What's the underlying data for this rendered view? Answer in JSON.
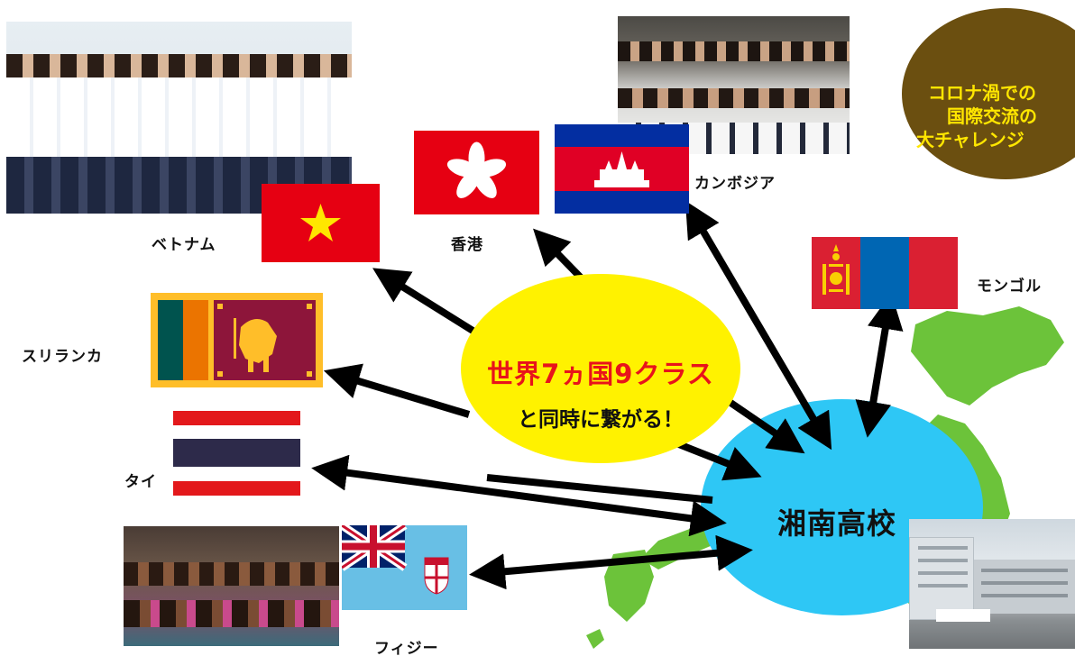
{
  "badge": {
    "line1": "コロナ渦での",
    "line2": "国際交流の",
    "line3": "大チャレンジ",
    "color": "#6b4f10"
  },
  "center": {
    "line1": "世界7ヵ国9クラス",
    "line2": "と同時に繋がる！",
    "line1_color": "#e8131b",
    "fill": "#fff200"
  },
  "school": {
    "label": "湘南高校",
    "fill": "#2ec7f5"
  },
  "countries": {
    "vietnam": "ベトナム",
    "hongkong": "香港",
    "cambodia": "カンボジア",
    "mongolia": "モンゴル",
    "srilanka": "スリランカ",
    "thailand": "タイ",
    "fiji": "フィジー"
  },
  "map_color": "#6cc33a"
}
